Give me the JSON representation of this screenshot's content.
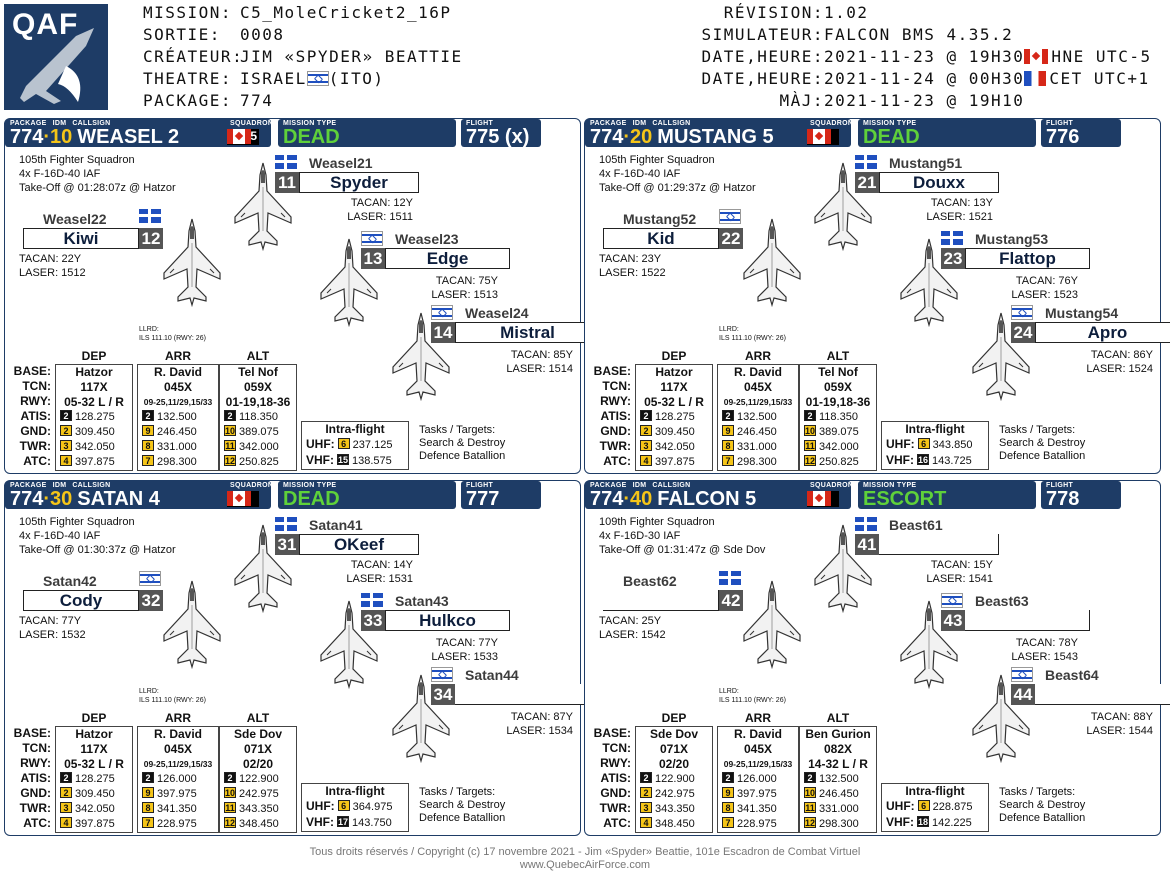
{
  "header": {
    "logo": "QAF",
    "left": [
      {
        "label": "MISSION:",
        "value": "C5_MoleCricket2_16P"
      },
      {
        "label": "SORTIE:",
        "value": "0008"
      },
      {
        "label": "CRÉATEUR:",
        "value": "JIM «SPYDER» BEATTIE"
      },
      {
        "label": "THEATRE:",
        "value": "ISRAEL",
        "suffix": "(ITO)"
      },
      {
        "label": "PACKAGE:",
        "value": "774"
      }
    ],
    "right": [
      {
        "label": "RÉVISION:",
        "value": "1.02"
      },
      {
        "label": "SIMULATEUR:",
        "value": "FALCON BMS 4.35.2"
      },
      {
        "label": "DATE,HEURE:",
        "value": "2021-11-23 @ 19H30",
        "suffix": "HNE UTC-5"
      },
      {
        "label": "DATE,HEURE:",
        "value": "2021-11-24 @ 00H30",
        "suffix": "CET UTC+1"
      },
      {
        "label": "MÀJ:",
        "value": "2021-11-23 @ 19H10"
      }
    ]
  },
  "tab_labels": {
    "package": "PACKAGE",
    "idm": "IDM",
    "callsign": "CALLSIGN",
    "squadron": "SQUADRON",
    "mission_type": "MISSION TYPE",
    "flight": "FLIGHT"
  },
  "row_headers": [
    "BASE:",
    "TCN:",
    "RWY:",
    "ATIS:",
    "GND:",
    "TWR:",
    "ATC:"
  ],
  "col_headers": [
    "DEP",
    "ARR",
    "ALT"
  ],
  "intra_title": "Intra-flight",
  "intra_labels": [
    "UHF:",
    "VHF:"
  ],
  "tasks_title": "Tasks / Targets:",
  "llrd_title": "LLRD:",
  "tacan_label": "TACAN:",
  "laser_label": "LASER:",
  "flights": [
    {
      "package": "774",
      "dot": "·",
      "idm": "10",
      "callsign": "WEASEL 2",
      "sq_num": "5",
      "mission": "DEAD",
      "flight": "775 (x)",
      "squadron": "105th Fighter Squadron",
      "aircraft": "4x F-16D-40 IAF",
      "takeoff": "Take-Off @ 01:28:07z @ Hatzor",
      "pilots": [
        {
          "call": "Weasel21",
          "name": "Spyder",
          "num": "11",
          "tacan": "12Y",
          "laser": "1511",
          "flag": "qc"
        },
        {
          "call": "Weasel22",
          "name": "Kiwi",
          "num": "12",
          "tacan": "22Y",
          "laser": "1512",
          "flag": "qc"
        },
        {
          "call": "Weasel23",
          "name": "Edge",
          "num": "13",
          "tacan": "75Y",
          "laser": "1513",
          "flag": "il"
        },
        {
          "call": "Weasel24",
          "name": "Mistral",
          "num": "14",
          "tacan": "85Y",
          "laser": "1514",
          "flag": "il"
        }
      ],
      "llrd": "ILS 111.10 (RWY: 26)",
      "cols": [
        {
          "base": "Hatzor",
          "tcn": "117X",
          "rwy": "05-32 L / R",
          "rwy_sm": false,
          "freqs": [
            [
              "2",
              "128.275",
              "k"
            ],
            [
              "2",
              "309.450",
              "y"
            ],
            [
              "3",
              "342.050",
              "y"
            ],
            [
              "4",
              "397.875",
              "y"
            ]
          ]
        },
        {
          "base": "R. David",
          "tcn": "045X",
          "rwy": "09-25,11/29,15/33",
          "rwy_sm": true,
          "freqs": [
            [
              "2",
              "132.500",
              "k"
            ],
            [
              "9",
              "246.450",
              "y"
            ],
            [
              "8",
              "331.000",
              "y"
            ],
            [
              "7",
              "298.300",
              "y"
            ]
          ]
        },
        {
          "base": "Tel Nof",
          "tcn": "059X",
          "rwy": "01-19,18-36",
          "rwy_sm": false,
          "freqs": [
            [
              "2",
              "118.350",
              "k"
            ],
            [
              "10",
              "389.075",
              "y"
            ],
            [
              "11",
              "342.000",
              "y"
            ],
            [
              "12",
              "250.825",
              "y"
            ]
          ]
        }
      ],
      "intra": [
        [
          "6",
          "237.125",
          "y"
        ],
        [
          "15",
          "138.575",
          "k"
        ]
      ],
      "tasks": [
        "Search & Destroy",
        "Defence Batallion"
      ]
    },
    {
      "package": "774",
      "dot": "·",
      "idm": "20",
      "callsign": "MUSTANG 5",
      "sq_num": "",
      "mission": "DEAD",
      "flight": "776",
      "squadron": "105th Fighter Squadron",
      "aircraft": "4x F-16D-40 IAF",
      "takeoff": "Take-Off @ 01:29:37z @ Hatzor",
      "pilots": [
        {
          "call": "Mustang51",
          "name": "Douxx",
          "num": "21",
          "tacan": "13Y",
          "laser": "1521",
          "flag": "qc"
        },
        {
          "call": "Mustang52",
          "name": "Kid",
          "num": "22",
          "tacan": "23Y",
          "laser": "1522",
          "flag": "il"
        },
        {
          "call": "Mustang53",
          "name": "Flattop",
          "num": "23",
          "tacan": "76Y",
          "laser": "1523",
          "flag": "qc"
        },
        {
          "call": "Mustang54",
          "name": "Apro",
          "num": "24",
          "tacan": "86Y",
          "laser": "1524",
          "flag": "il"
        }
      ],
      "llrd": "ILS 111.10 (RWY: 26)",
      "cols": [
        {
          "base": "Hatzor",
          "tcn": "117X",
          "rwy": "05-32 L / R",
          "rwy_sm": false,
          "freqs": [
            [
              "2",
              "128.275",
              "k"
            ],
            [
              "2",
              "309.450",
              "y"
            ],
            [
              "3",
              "342.050",
              "y"
            ],
            [
              "4",
              "397.875",
              "y"
            ]
          ]
        },
        {
          "base": "R. David",
          "tcn": "045X",
          "rwy": "09-25,11/29,15/33",
          "rwy_sm": true,
          "freqs": [
            [
              "2",
              "132.500",
              "k"
            ],
            [
              "9",
              "246.450",
              "y"
            ],
            [
              "8",
              "331.000",
              "y"
            ],
            [
              "7",
              "298.300",
              "y"
            ]
          ]
        },
        {
          "base": "Tel Nof",
          "tcn": "059X",
          "rwy": "01-19,18-36",
          "rwy_sm": false,
          "freqs": [
            [
              "2",
              "118.350",
              "k"
            ],
            [
              "10",
              "389.075",
              "y"
            ],
            [
              "11",
              "342.000",
              "y"
            ],
            [
              "12",
              "250.825",
              "y"
            ]
          ]
        }
      ],
      "intra": [
        [
          "6",
          "343.850",
          "y"
        ],
        [
          "16",
          "143.725",
          "k"
        ]
      ],
      "tasks": [
        "Search & Destroy",
        "Defence Batallion"
      ]
    },
    {
      "package": "774",
      "dot": "·",
      "idm": "30",
      "callsign": "SATAN 4",
      "sq_num": "",
      "mission": "DEAD",
      "flight": "777",
      "squadron": "105th Fighter Squadron",
      "aircraft": "4x F-16D-40 IAF",
      "takeoff": "Take-Off @ 01:30:37z @ Hatzor",
      "pilots": [
        {
          "call": "Satan41",
          "name": "OKeef",
          "num": "31",
          "tacan": "14Y",
          "laser": "1531",
          "flag": "qc"
        },
        {
          "call": "Satan42",
          "name": "Cody",
          "num": "32",
          "tacan": "77Y",
          "laser": "1532",
          "flag": "il"
        },
        {
          "call": "Satan43",
          "name": "Hulkco",
          "num": "33",
          "tacan": "77Y",
          "laser": "1533",
          "flag": "qc"
        },
        {
          "call": "Satan44",
          "name": "",
          "num": "34",
          "tacan": "87Y",
          "laser": "1534",
          "flag": "il"
        }
      ],
      "llrd": "ILS 111.10 (RWY: 26)",
      "cols": [
        {
          "base": "Hatzor",
          "tcn": "117X",
          "rwy": "05-32 L / R",
          "rwy_sm": false,
          "freqs": [
            [
              "2",
              "128.275",
              "k"
            ],
            [
              "2",
              "309.450",
              "y"
            ],
            [
              "3",
              "342.050",
              "y"
            ],
            [
              "4",
              "397.875",
              "y"
            ]
          ]
        },
        {
          "base": "R. David",
          "tcn": "045X",
          "rwy": "09-25,11/29,15/33",
          "rwy_sm": true,
          "freqs": [
            [
              "2",
              "126.000",
              "k"
            ],
            [
              "9",
              "397.975",
              "y"
            ],
            [
              "8",
              "341.350",
              "y"
            ],
            [
              "7",
              "228.975",
              "y"
            ]
          ]
        },
        {
          "base": "Sde Dov",
          "tcn": "071X",
          "rwy": "02/20",
          "rwy_sm": false,
          "freqs": [
            [
              "2",
              "122.900",
              "k"
            ],
            [
              "10",
              "242.975",
              "y"
            ],
            [
              "11",
              "343.350",
              "y"
            ],
            [
              "12",
              "348.450",
              "y"
            ]
          ]
        }
      ],
      "intra": [
        [
          "6",
          "364.975",
          "y"
        ],
        [
          "17",
          "143.750",
          "k"
        ]
      ],
      "tasks": [
        "Search & Destroy",
        "Defence Batallion"
      ]
    },
    {
      "package": "774",
      "dot": "·",
      "idm": "40",
      "callsign": "FALCON 5",
      "sq_num": "",
      "mission": "ESCORT",
      "flight": "778",
      "squadron": "109th Fighter Squadron",
      "aircraft": "4x F-16D-30 IAF",
      "takeoff": "Take-Off @ 01:31:47z @ Sde Dov",
      "pilots": [
        {
          "call": "Beast61",
          "name": "",
          "num": "41",
          "tacan": "15Y",
          "laser": "1541",
          "flag": "qc"
        },
        {
          "call": "Beast62",
          "name": "",
          "num": "42",
          "tacan": "25Y",
          "laser": "1542",
          "flag": "qc"
        },
        {
          "call": "Beast63",
          "name": "",
          "num": "43",
          "tacan": "78Y",
          "laser": "1543",
          "flag": "il"
        },
        {
          "call": "Beast64",
          "name": "",
          "num": "44",
          "tacan": "88Y",
          "laser": "1544",
          "flag": "il"
        }
      ],
      "llrd": "ILS 111.10 (RWY: 26)",
      "cols": [
        {
          "base": "Sde Dov",
          "tcn": "071X",
          "rwy": "02/20",
          "rwy_sm": false,
          "freqs": [
            [
              "2",
              "122.900",
              "k"
            ],
            [
              "2",
              "242.975",
              "y"
            ],
            [
              "3",
              "343.350",
              "y"
            ],
            [
              "4",
              "348.450",
              "y"
            ]
          ]
        },
        {
          "base": "R. David",
          "tcn": "045X",
          "rwy": "09-25,11/29,15/33",
          "rwy_sm": true,
          "freqs": [
            [
              "2",
              "126.000",
              "k"
            ],
            [
              "9",
              "397.975",
              "y"
            ],
            [
              "8",
              "341.350",
              "y"
            ],
            [
              "7",
              "228.975",
              "y"
            ]
          ]
        },
        {
          "base": "Ben Gurion",
          "tcn": "082X",
          "rwy": "14-32 L / R",
          "rwy_sm": false,
          "freqs": [
            [
              "2",
              "132.500",
              "k"
            ],
            [
              "10",
              "246.450",
              "y"
            ],
            [
              "11",
              "331.000",
              "y"
            ],
            [
              "12",
              "298.300",
              "y"
            ]
          ]
        }
      ],
      "intra": [
        [
          "6",
          "228.875",
          "y"
        ],
        [
          "18",
          "142.225",
          "k"
        ]
      ],
      "tasks": [
        "Search & Destroy",
        "Defence Batallion"
      ]
    }
  ],
  "footer": {
    "line1": "Tous droits réservés / Copyright (c) 17 novembre 2021 - Jim «Spyder» Beattie, 101e Escadron de Combat Virtuel",
    "line2": "www.QuebecAirForce.com"
  }
}
